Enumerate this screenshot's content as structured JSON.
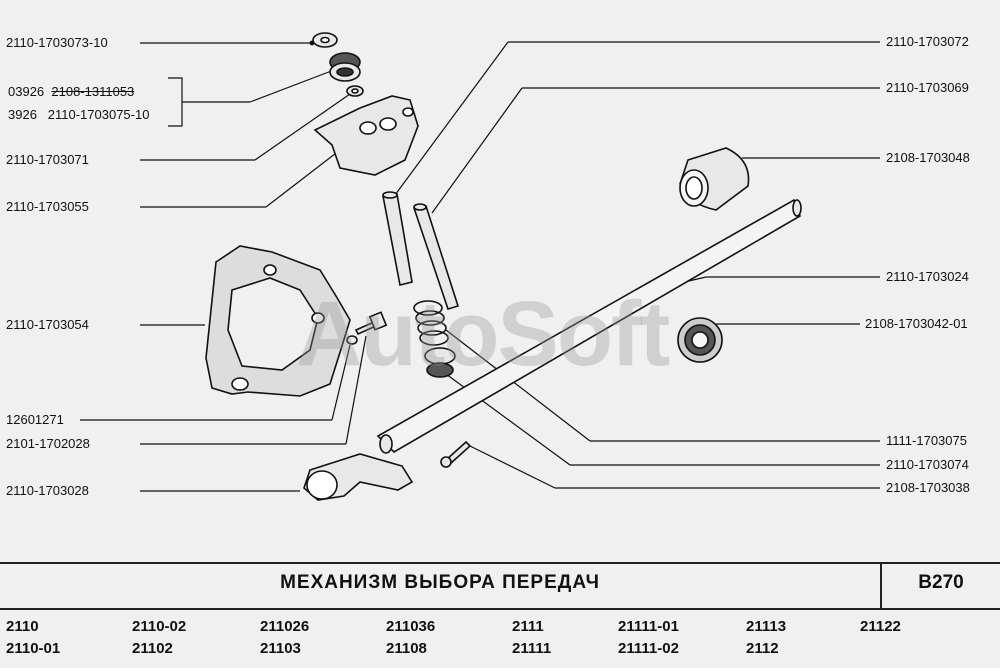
{
  "labels": {
    "l1": "2110-1703073-10",
    "l2a_prefix": "03926",
    "l2a_code": "2108-1311053",
    "l2b_prefix": "3926",
    "l2b_code": "2110-1703075-10",
    "l3": "2110-1703071",
    "l4": "2110-1703055",
    "l5": "2110-1703054",
    "l6": "12601271",
    "l7": "2101-1702028",
    "l8": "2110-1703028",
    "r1": "2110-1703072",
    "r2": "2110-1703069",
    "r3": "2108-1703048",
    "r4": "2110-1703024",
    "r5": "2108-1703042-01",
    "r6": "1111-1703075",
    "r7": "2110-1703074",
    "r8": "2108-1703038"
  },
  "watermark": "AutoSoft",
  "title": "МЕХАНИЗМ ВЫБОРА ПЕРЕДАЧ",
  "code": "B270",
  "models": {
    "row1": [
      "2110",
      "2110-02",
      "211026",
      "211036",
      "2111",
      "21111-01",
      "21113",
      "21122"
    ],
    "row2": [
      "2110-01",
      "21102",
      "21103",
      "21108",
      "21111",
      "21111-02",
      "2112"
    ]
  }
}
